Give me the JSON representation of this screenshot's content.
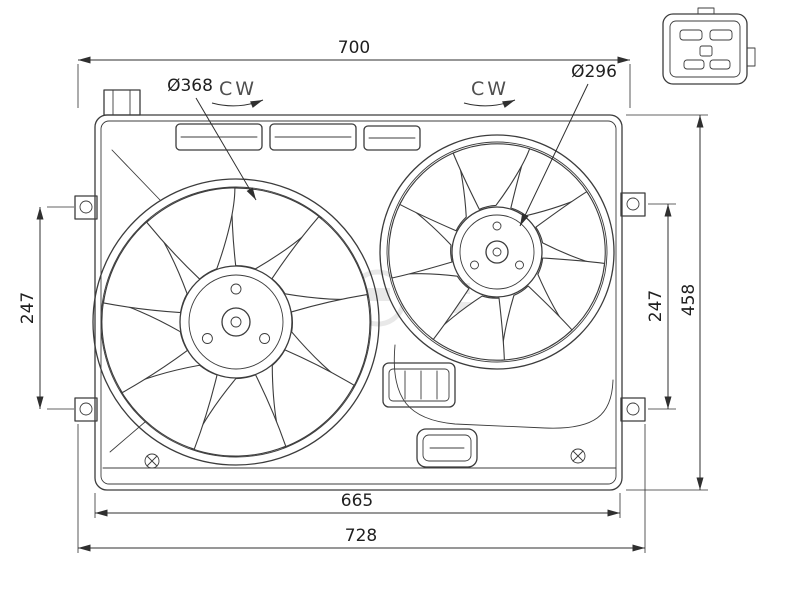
{
  "drawing": {
    "dims": {
      "top_width": "700",
      "inner_width": "665",
      "outer_width": "728",
      "left_height": "247",
      "right_inner_height": "247",
      "right_outer_height": "458",
      "left_fan_dia": "Ø368",
      "right_fan_dia": "Ø296",
      "left_rotation": "CW",
      "right_rotation": "CW"
    },
    "colors": {
      "line": "#3c3c3c",
      "dimension": "#2f2f2f",
      "watermark": "#d6d6d6",
      "background": "#ffffff"
    }
  }
}
